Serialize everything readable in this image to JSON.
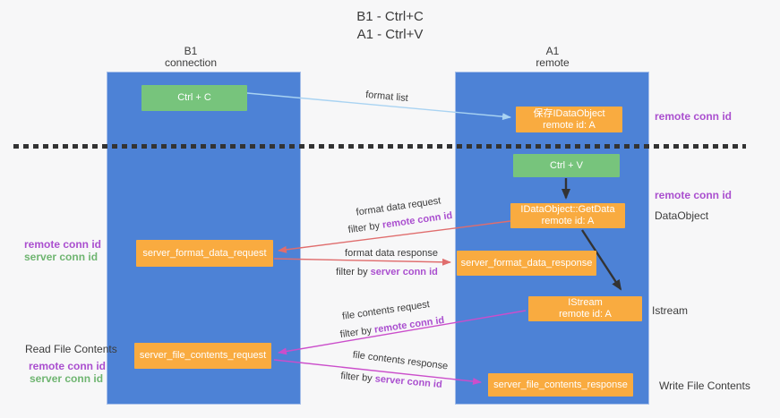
{
  "title": {
    "line1": "B1 - Ctrl+C",
    "line2": "A1 - Ctrl+V"
  },
  "lifelines": {
    "left": {
      "title": "B1",
      "subtitle": "connection"
    },
    "right": {
      "title": "A1",
      "subtitle": "remote"
    }
  },
  "nodes": {
    "ctrl_c": {
      "label": "Ctrl + C"
    },
    "ctrl_v": {
      "label": "Ctrl + V"
    },
    "save_dataobject": {
      "line1": "保存IDataObject",
      "line2": "remote id: A"
    },
    "getdata": {
      "line1": "IDataObject::GetData",
      "line2": "remote id: A"
    },
    "istream": {
      "line1": "IStream",
      "line2": "remote id: A"
    },
    "server_format_data_request": {
      "label": "server_format_data_request"
    },
    "server_format_data_response": {
      "label": "server_format_data_response"
    },
    "server_file_contents_request": {
      "label": "server_file_contents_request"
    },
    "server_file_contents_response": {
      "label": "server_file_contents_response"
    }
  },
  "arrow_labels": {
    "format_list": "format list",
    "format_data_request": "format data request",
    "format_data_response": "format data response",
    "file_contents_request": "file contents request",
    "file_contents_response": "file contents response",
    "filter_by": "filter by",
    "remote_conn_id": "remote conn id",
    "server_conn_id": "server conn id"
  },
  "side_labels": {
    "remote_conn_id": "remote conn id",
    "server_conn_id": "server conn id",
    "dataobject": "DataObject",
    "istream": "Istream",
    "read_file_contents": "Read File Contents",
    "write_file_contents": "Write File Contents"
  },
  "colors": {
    "lifeline_blue": "#4d82d6",
    "node_orange": "#f9ab40",
    "node_green": "#77c47c",
    "arrow_salmon": "#e06d6d",
    "arrow_magenta": "#cb4ecb",
    "arrow_light_blue": "#a9d3f2",
    "arrow_black": "#333333",
    "label_purple": "#aa4fcf",
    "label_green": "#6fb571"
  }
}
